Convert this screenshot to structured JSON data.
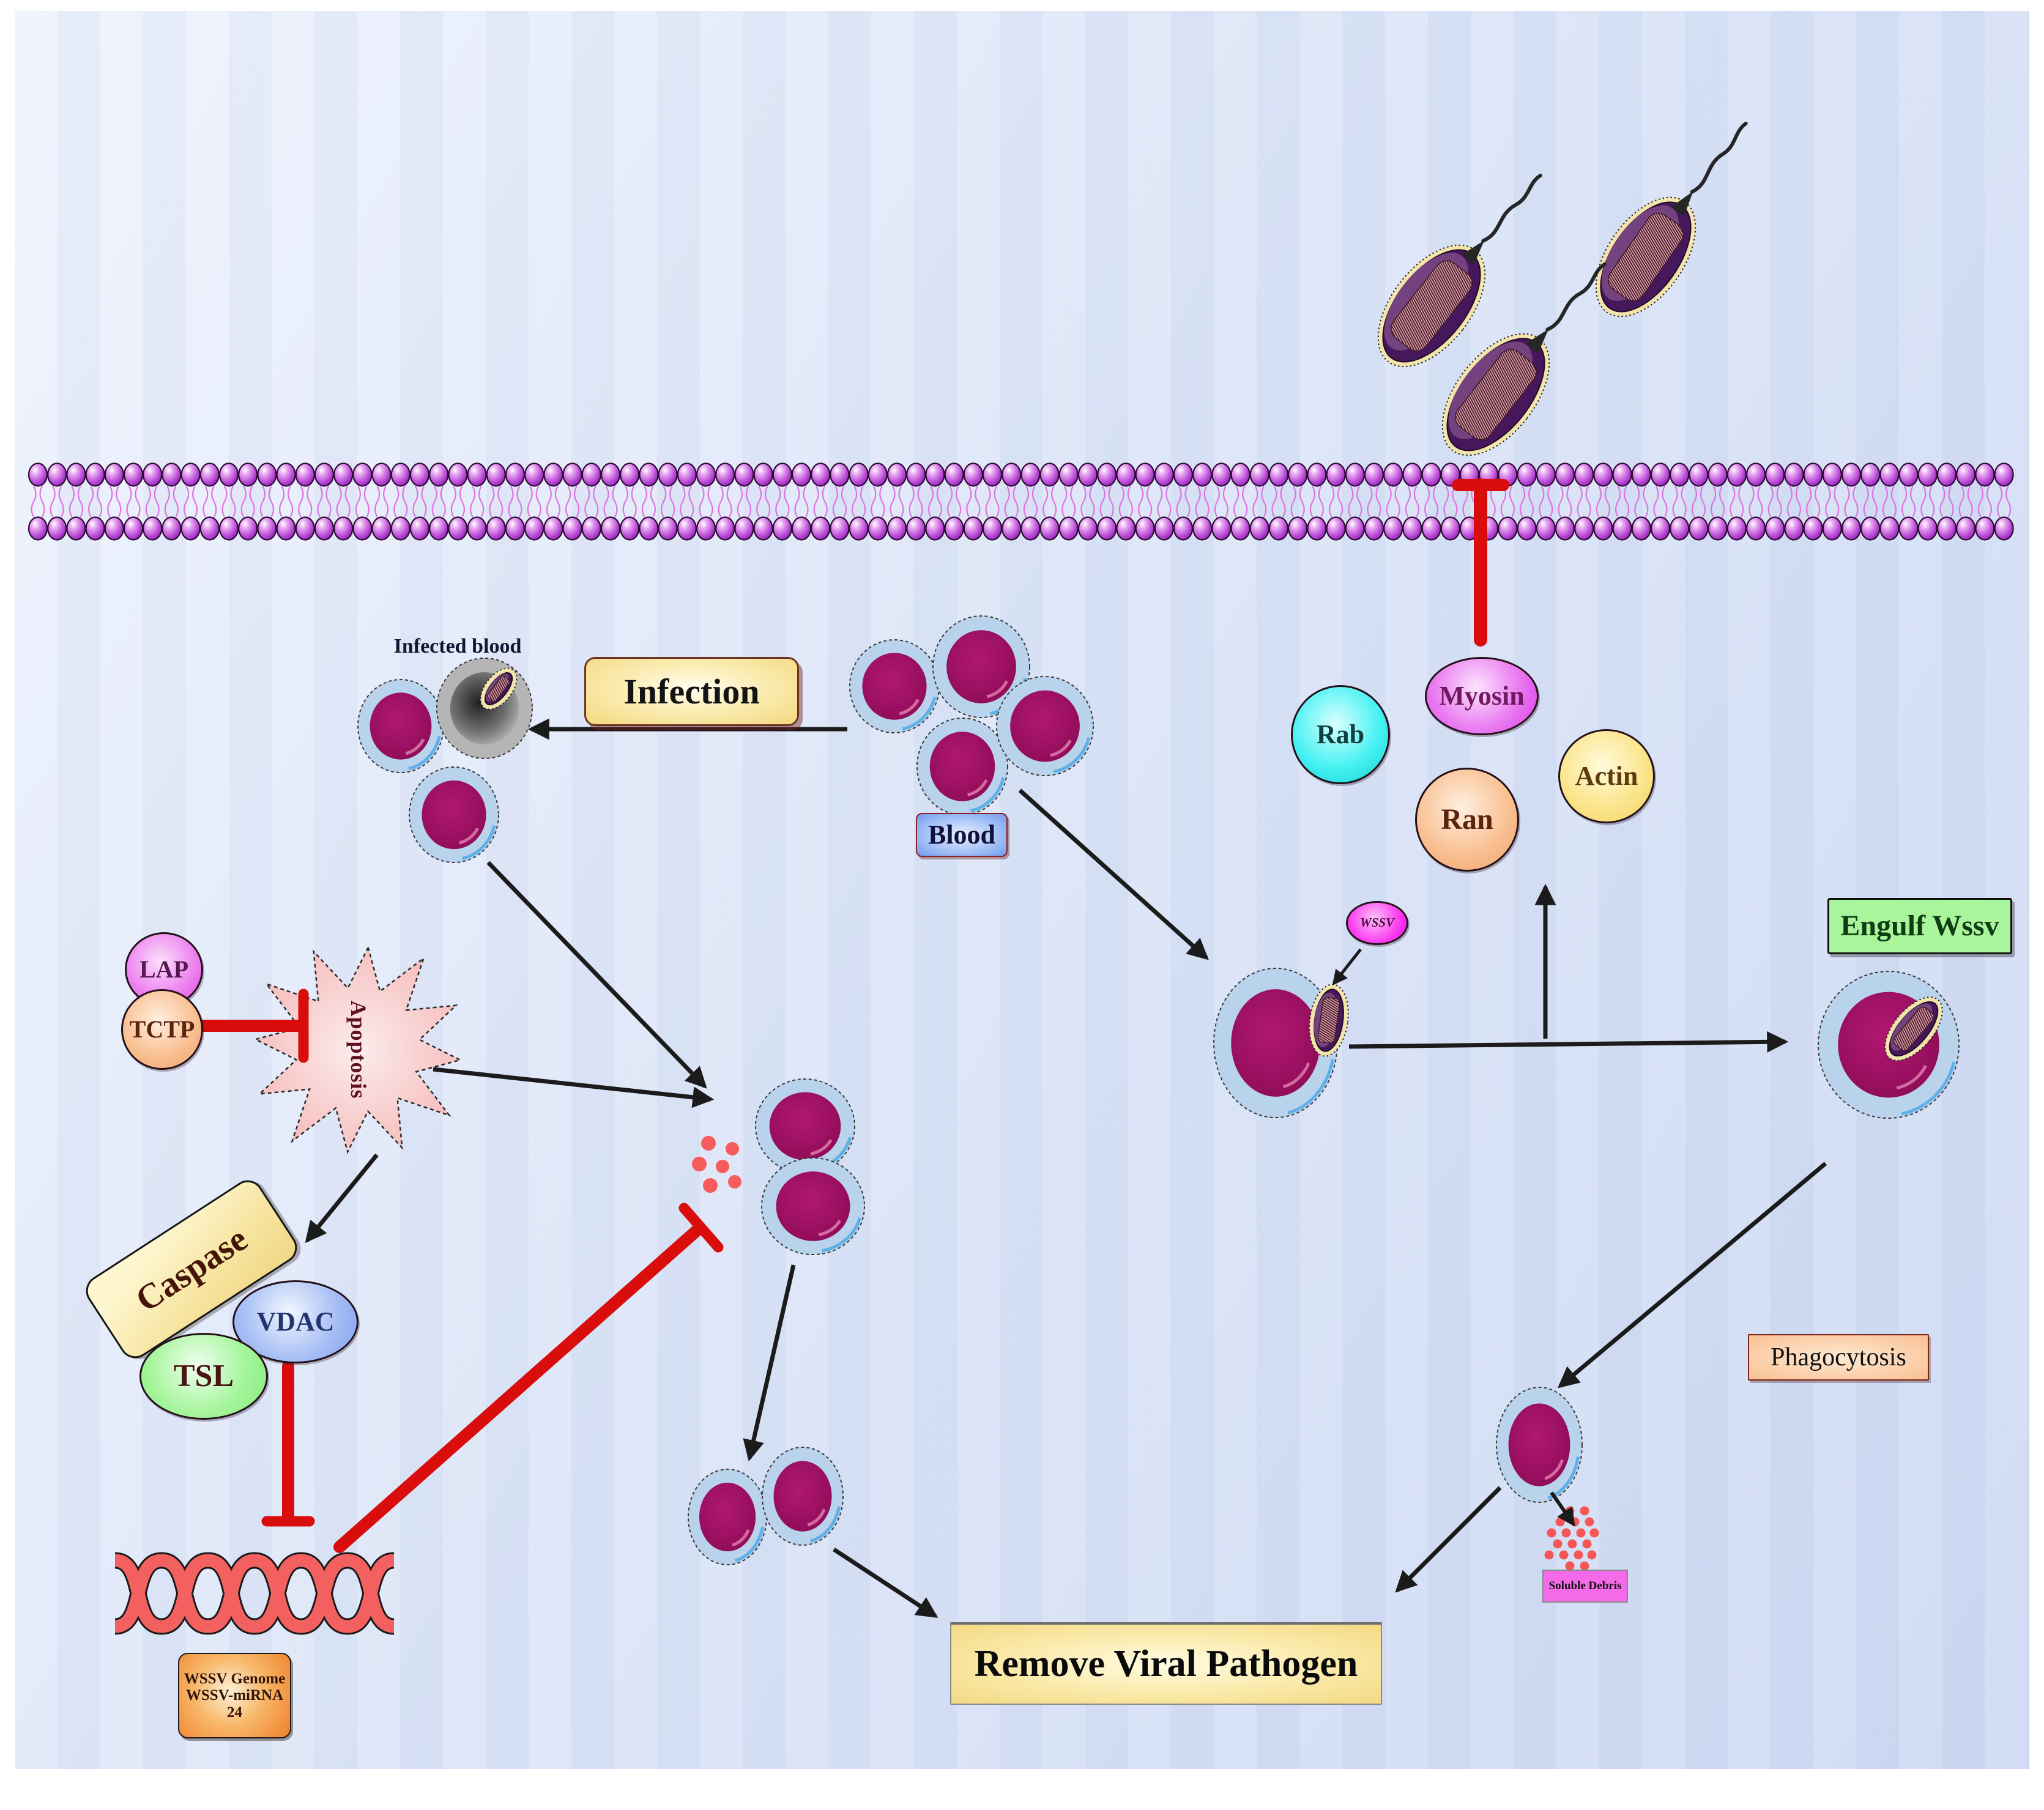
{
  "nodes": {
    "infected_blood_label": "Infected blood",
    "infection": "Infection",
    "blood": "Blood",
    "rab": "Rab",
    "myosin": "Myosin",
    "ran": "Ran",
    "actin": "Actin",
    "wssv": "WSSV",
    "engulf_wssv": "Engulf Wssv",
    "lap": "LAP",
    "tctp": "TCTP",
    "apoptosis": "Apoptosis",
    "caspase": "Caspase",
    "vdac": "VDAC",
    "tsl": "TSL",
    "wssv_genome": {
      "line1": "WSSV Genome",
      "line2": "WSSV-miRNA 24"
    },
    "remove_viral_pathogen": "Remove Viral Pathogen",
    "phagocytosis": "Phagocytosis",
    "soluble_debris": "Soluble Debris"
  },
  "colors": {
    "background": "#dde6f8",
    "membrane_head": "#bb4fd8",
    "membrane_tail": "#dd74e4",
    "cell_ring": "#b9d3ec",
    "cell_body": "#9c1062",
    "infected_cell_gray": "#6f6f6f",
    "virus_envelope": "#46175a",
    "virus_core": "#eba6b4",
    "virus_ring": "#f3e4ac",
    "inhibition_red": "#da0d0d",
    "arrow_black": "#1b1b1b",
    "dna_red": "#f26060",
    "debris_red": "#f65656",
    "apoptosis_pink": "#f6b8b8"
  }
}
